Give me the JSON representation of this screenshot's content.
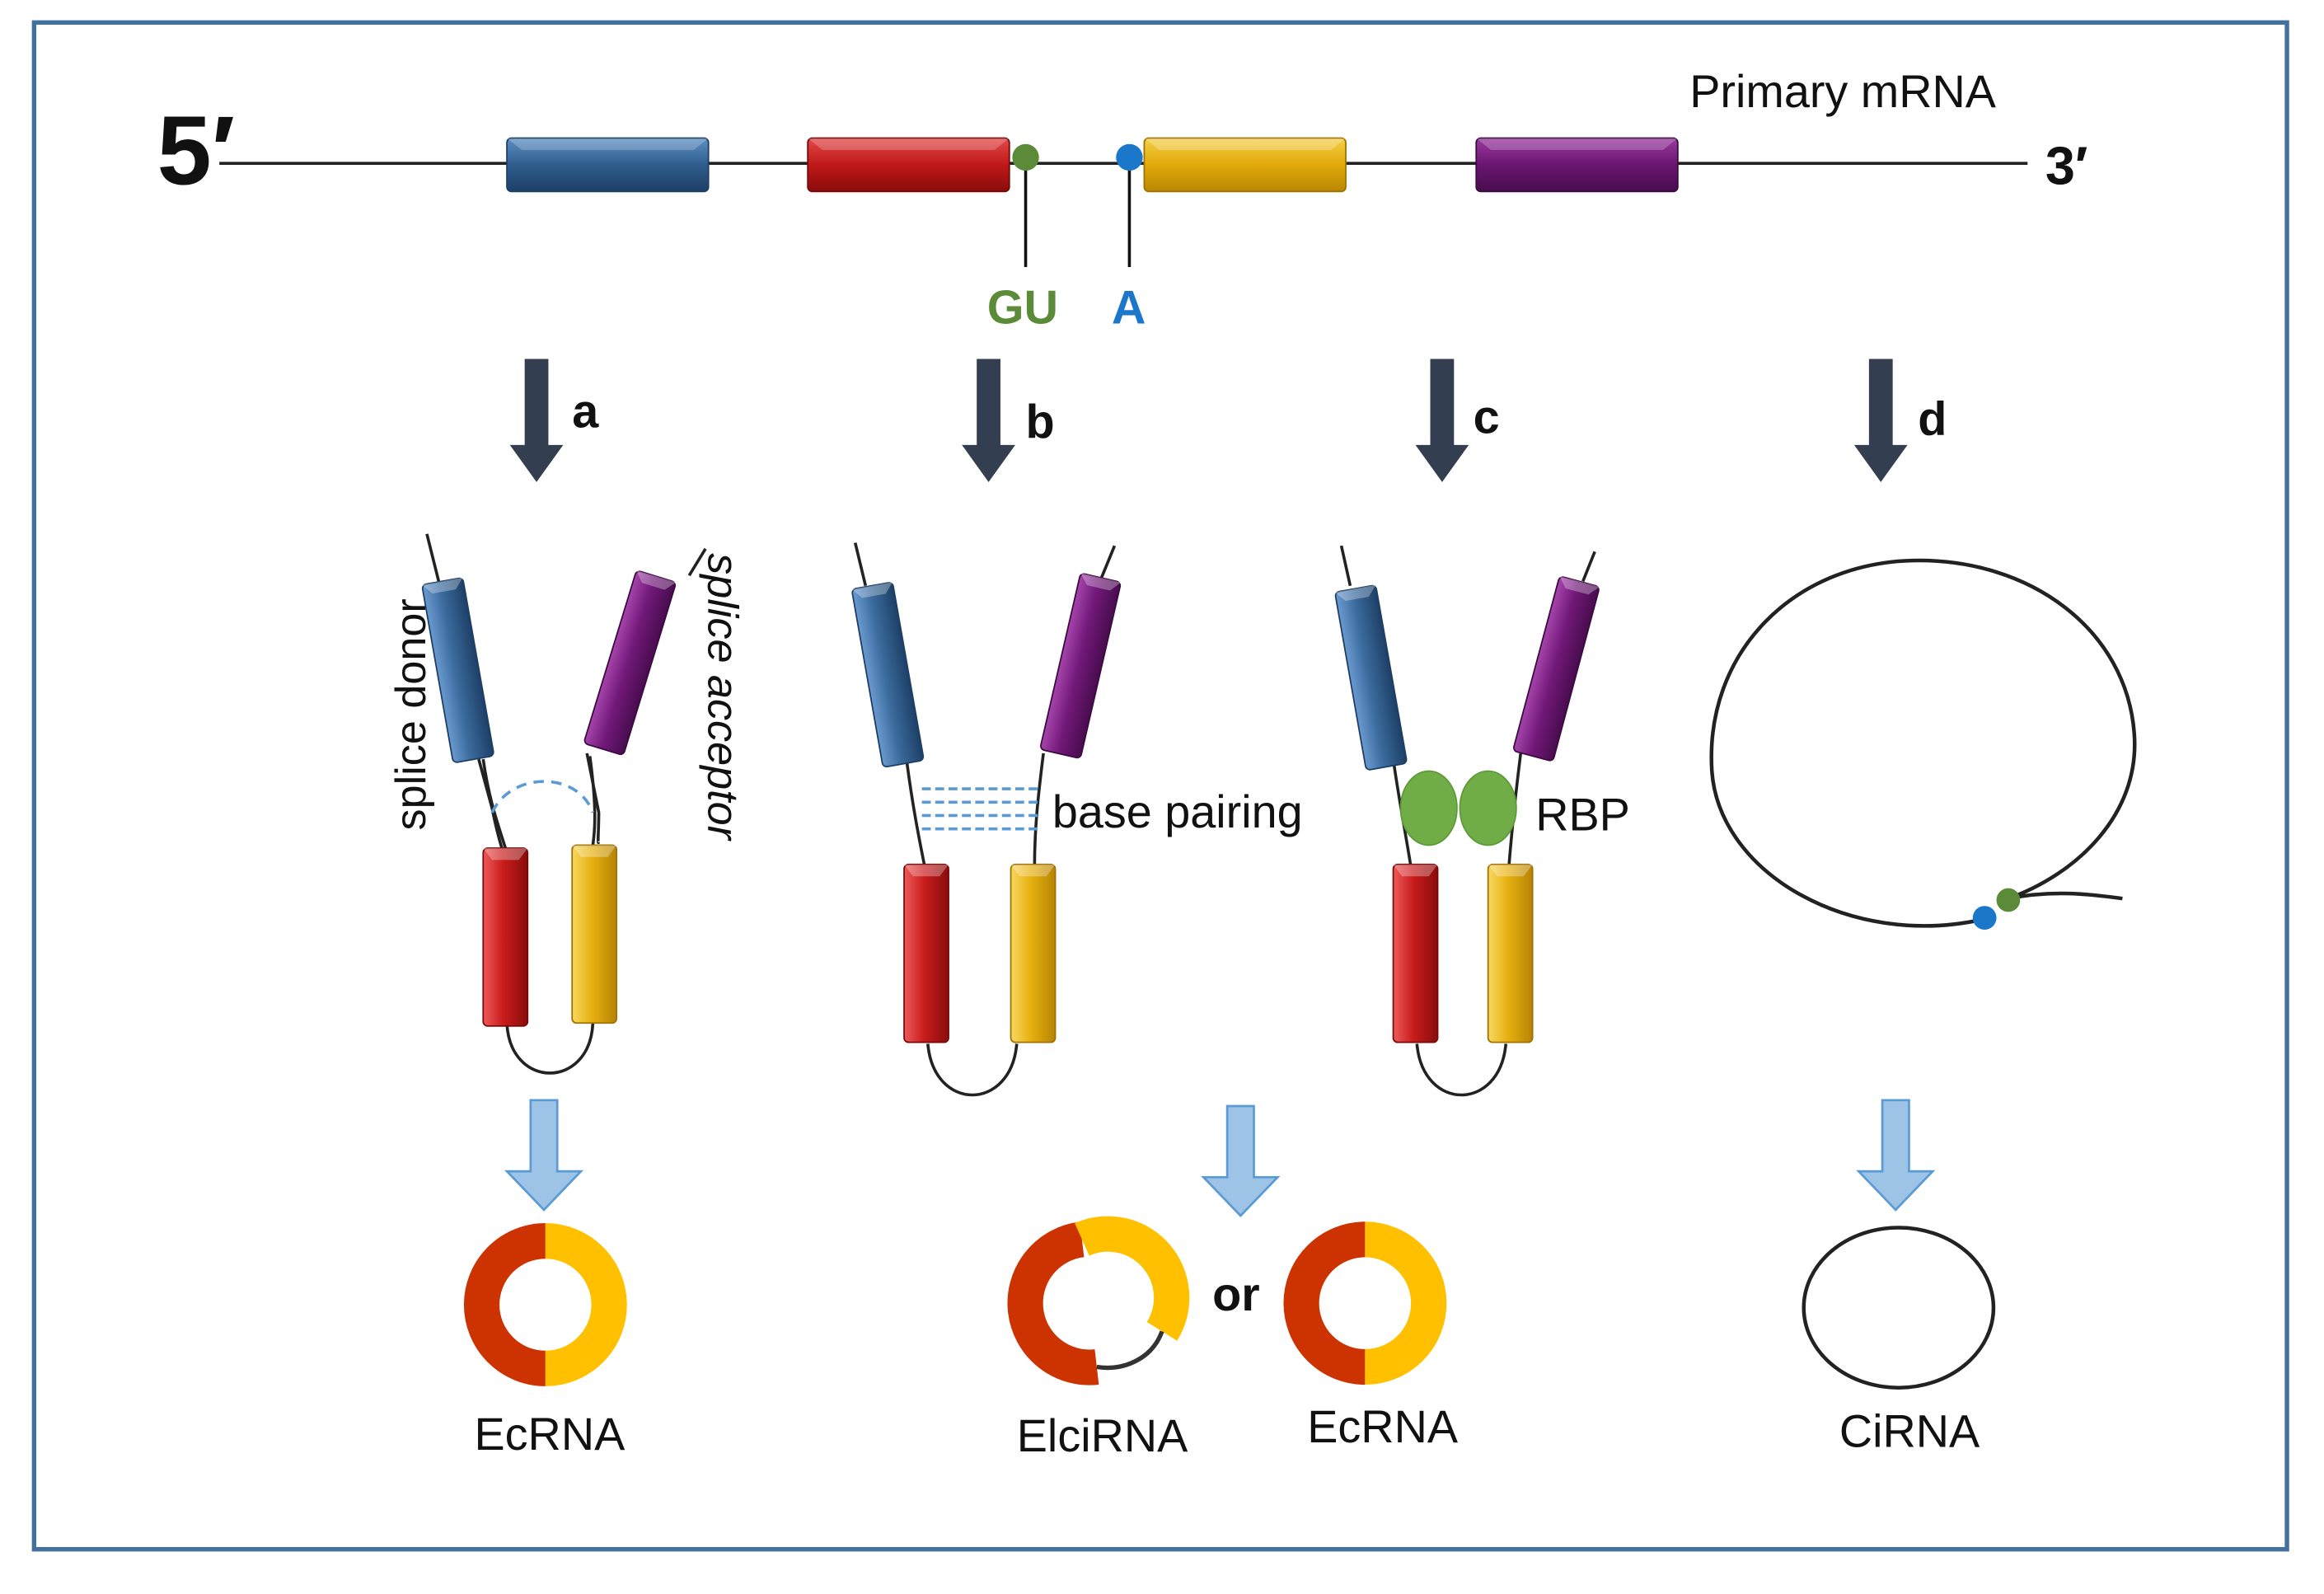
{
  "colors": {
    "blue_exon": "#2f5e8e",
    "red_exon": "#c01818",
    "yellow_exon": "#e8b40a",
    "purple_exon": "#6a1670",
    "gu_dot": "#5b8a38",
    "a_dot": "#1a77c9",
    "rbp": "#70ad47",
    "arrow_dark": "#333f50",
    "arrow_light": "#9dc3e6",
    "circ_red": "#cc3300",
    "circ_yellow": "#ffc000",
    "frame": "#41719c"
  },
  "primary": {
    "five_prime": "5′",
    "three_prime": "3′",
    "title": "Primary mRNA",
    "gu_label": "GU",
    "a_label": "A"
  },
  "steps": {
    "a": "a",
    "b": "b",
    "c": "c",
    "d": "d"
  },
  "annotations": {
    "splice_donor": "splice donor",
    "splice_acceptor": "splice acceptor",
    "base_pairing": "base pairing",
    "rbp": "RBP",
    "or": "or"
  },
  "products": {
    "ecrna_a": "EcRNA",
    "elcirna": "ElciRNA",
    "ecrna_b": "EcRNA",
    "cirna": "CiRNA"
  }
}
